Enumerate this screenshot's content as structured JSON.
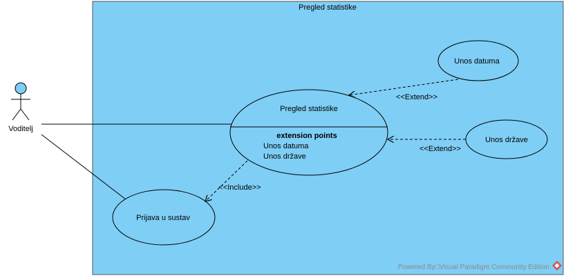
{
  "diagram": {
    "system_boundary": {
      "title": "Pregled statistike"
    },
    "actor": {
      "name": "Voditelj"
    },
    "use_cases": {
      "main": {
        "name": "Pregled statistike",
        "extension_points_label": "extension points",
        "extension_points": [
          "Unos datuma",
          "Unos države"
        ]
      },
      "date_input": {
        "name": "Unos datuma"
      },
      "country_input": {
        "name": "Unos države"
      },
      "login": {
        "name": "Prijava u sustav"
      }
    },
    "relations": {
      "extend_date": "<<Extend>>",
      "extend_country": "<<Extend>>",
      "include_login": "<<Include>>"
    },
    "watermark": "Powered By□Visual Paradigm Community Edition",
    "colors": {
      "boundary_fill": "#7fcef5",
      "usecase_fill": "#7fcef5",
      "actor_head_fill": "#7fcef5",
      "line": "#000000",
      "watermark": "#8a8a8a",
      "logo_red": "#d9534f"
    }
  }
}
